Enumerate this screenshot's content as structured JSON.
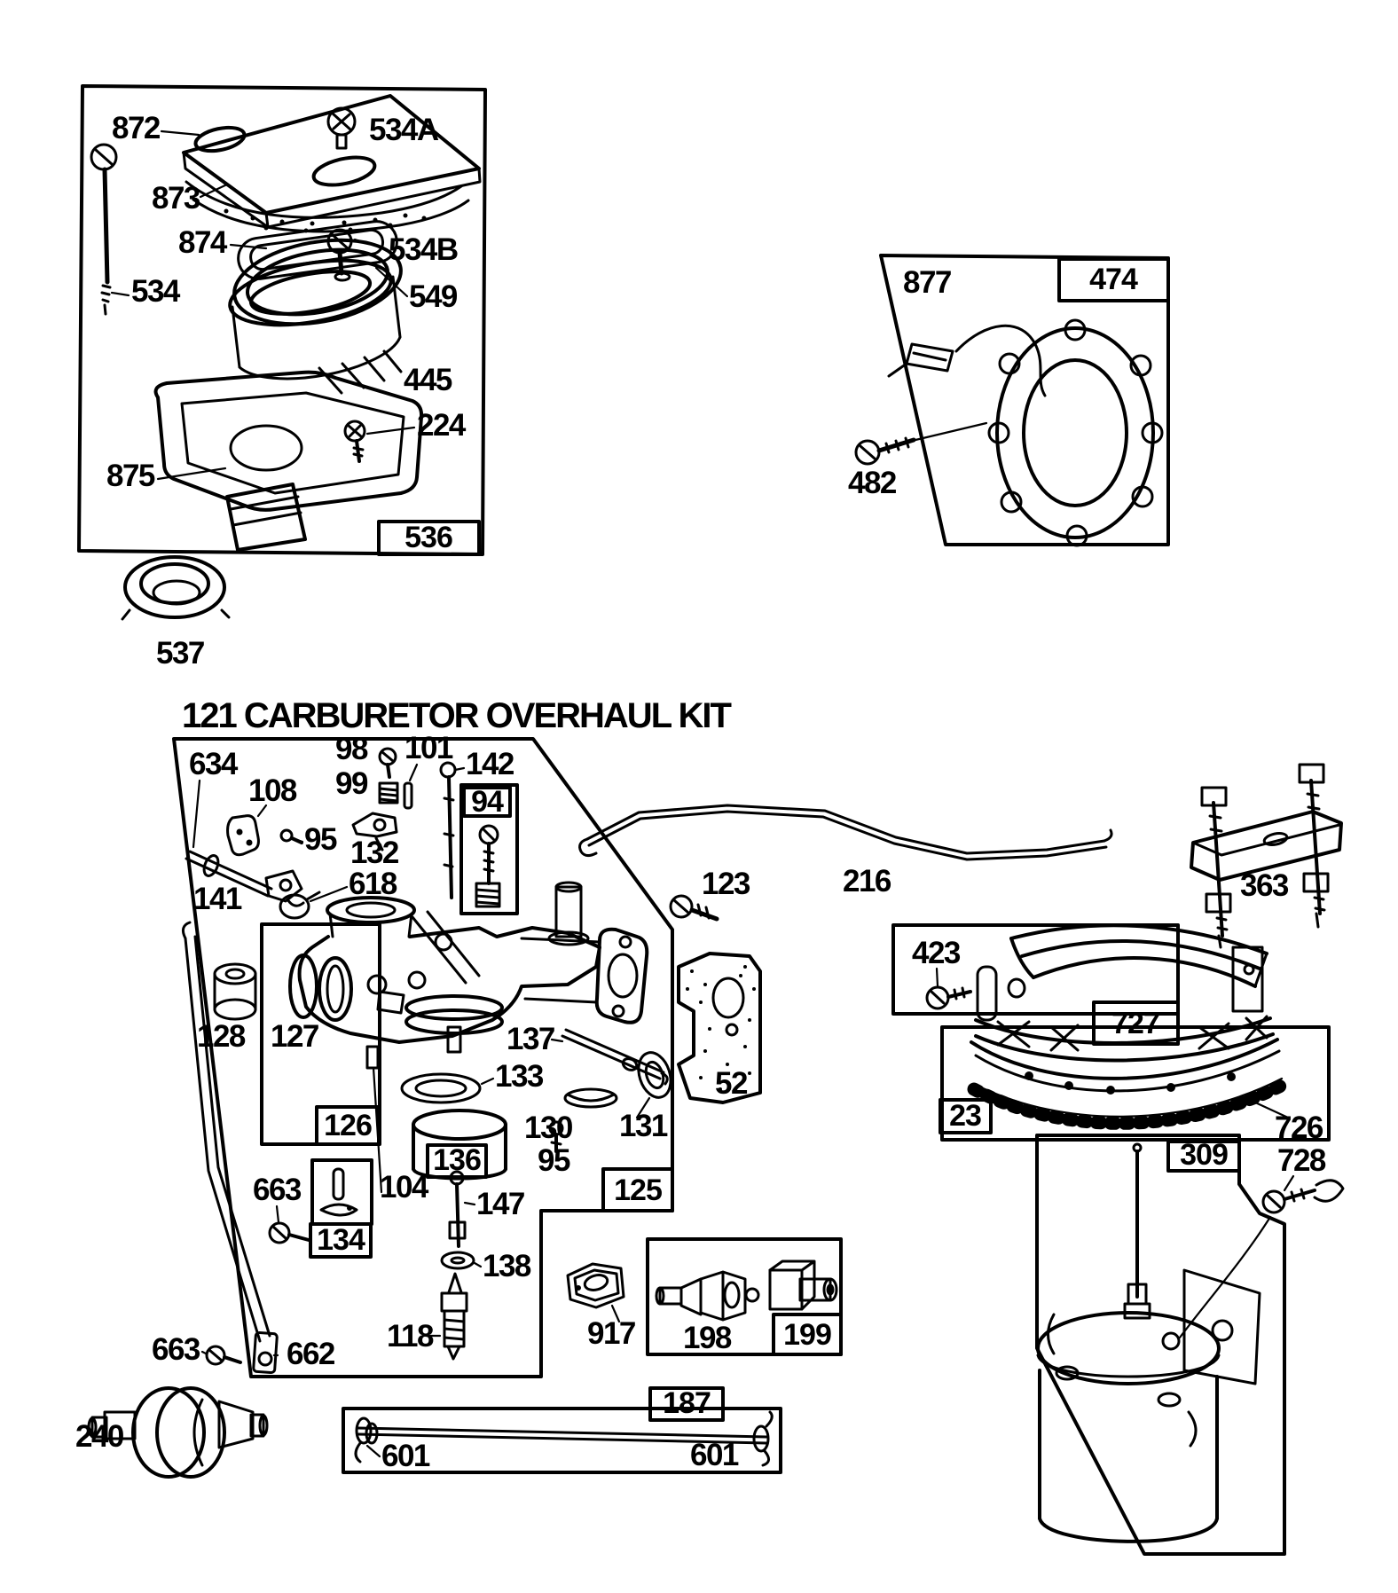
{
  "title": "121 CARBURETOR OVERHAUL KIT",
  "kit_boxes": {
    "air_filter": "536",
    "alternator": "474",
    "needle_seat": "94",
    "float_chamber": "126",
    "fuel_bowl": "136",
    "choke_link": "134",
    "overhaul": "125",
    "coupling": "199",
    "governor_rod": "187",
    "flywheel": "23",
    "rotating_screen": "727",
    "starter": "309"
  },
  "parts": {
    "872": "872",
    "873": "873",
    "874": "874",
    "875": "875",
    "534": "534",
    "534A": "534A",
    "534B": "534B",
    "549": "549",
    "445": "445",
    "224": "224",
    "537": "537",
    "877": "877",
    "482": "482",
    "634": "634",
    "108": "108",
    "98": "98",
    "99": "99",
    "101": "101",
    "142": "142",
    "95": "95",
    "132": "132",
    "618": "618",
    "141": "141",
    "128": "128",
    "127": "127",
    "137": "137",
    "133": "133",
    "130": "130",
    "131": "131",
    "104": "104",
    "663": "663",
    "147": "147",
    "138": "138",
    "118": "118",
    "662": "662",
    "240": "240",
    "601": "601",
    "917": "917",
    "198": "198",
    "216": "216",
    "363": "363",
    "123": "123",
    "52": "52",
    "423": "423",
    "726": "726",
    "728": "728"
  }
}
